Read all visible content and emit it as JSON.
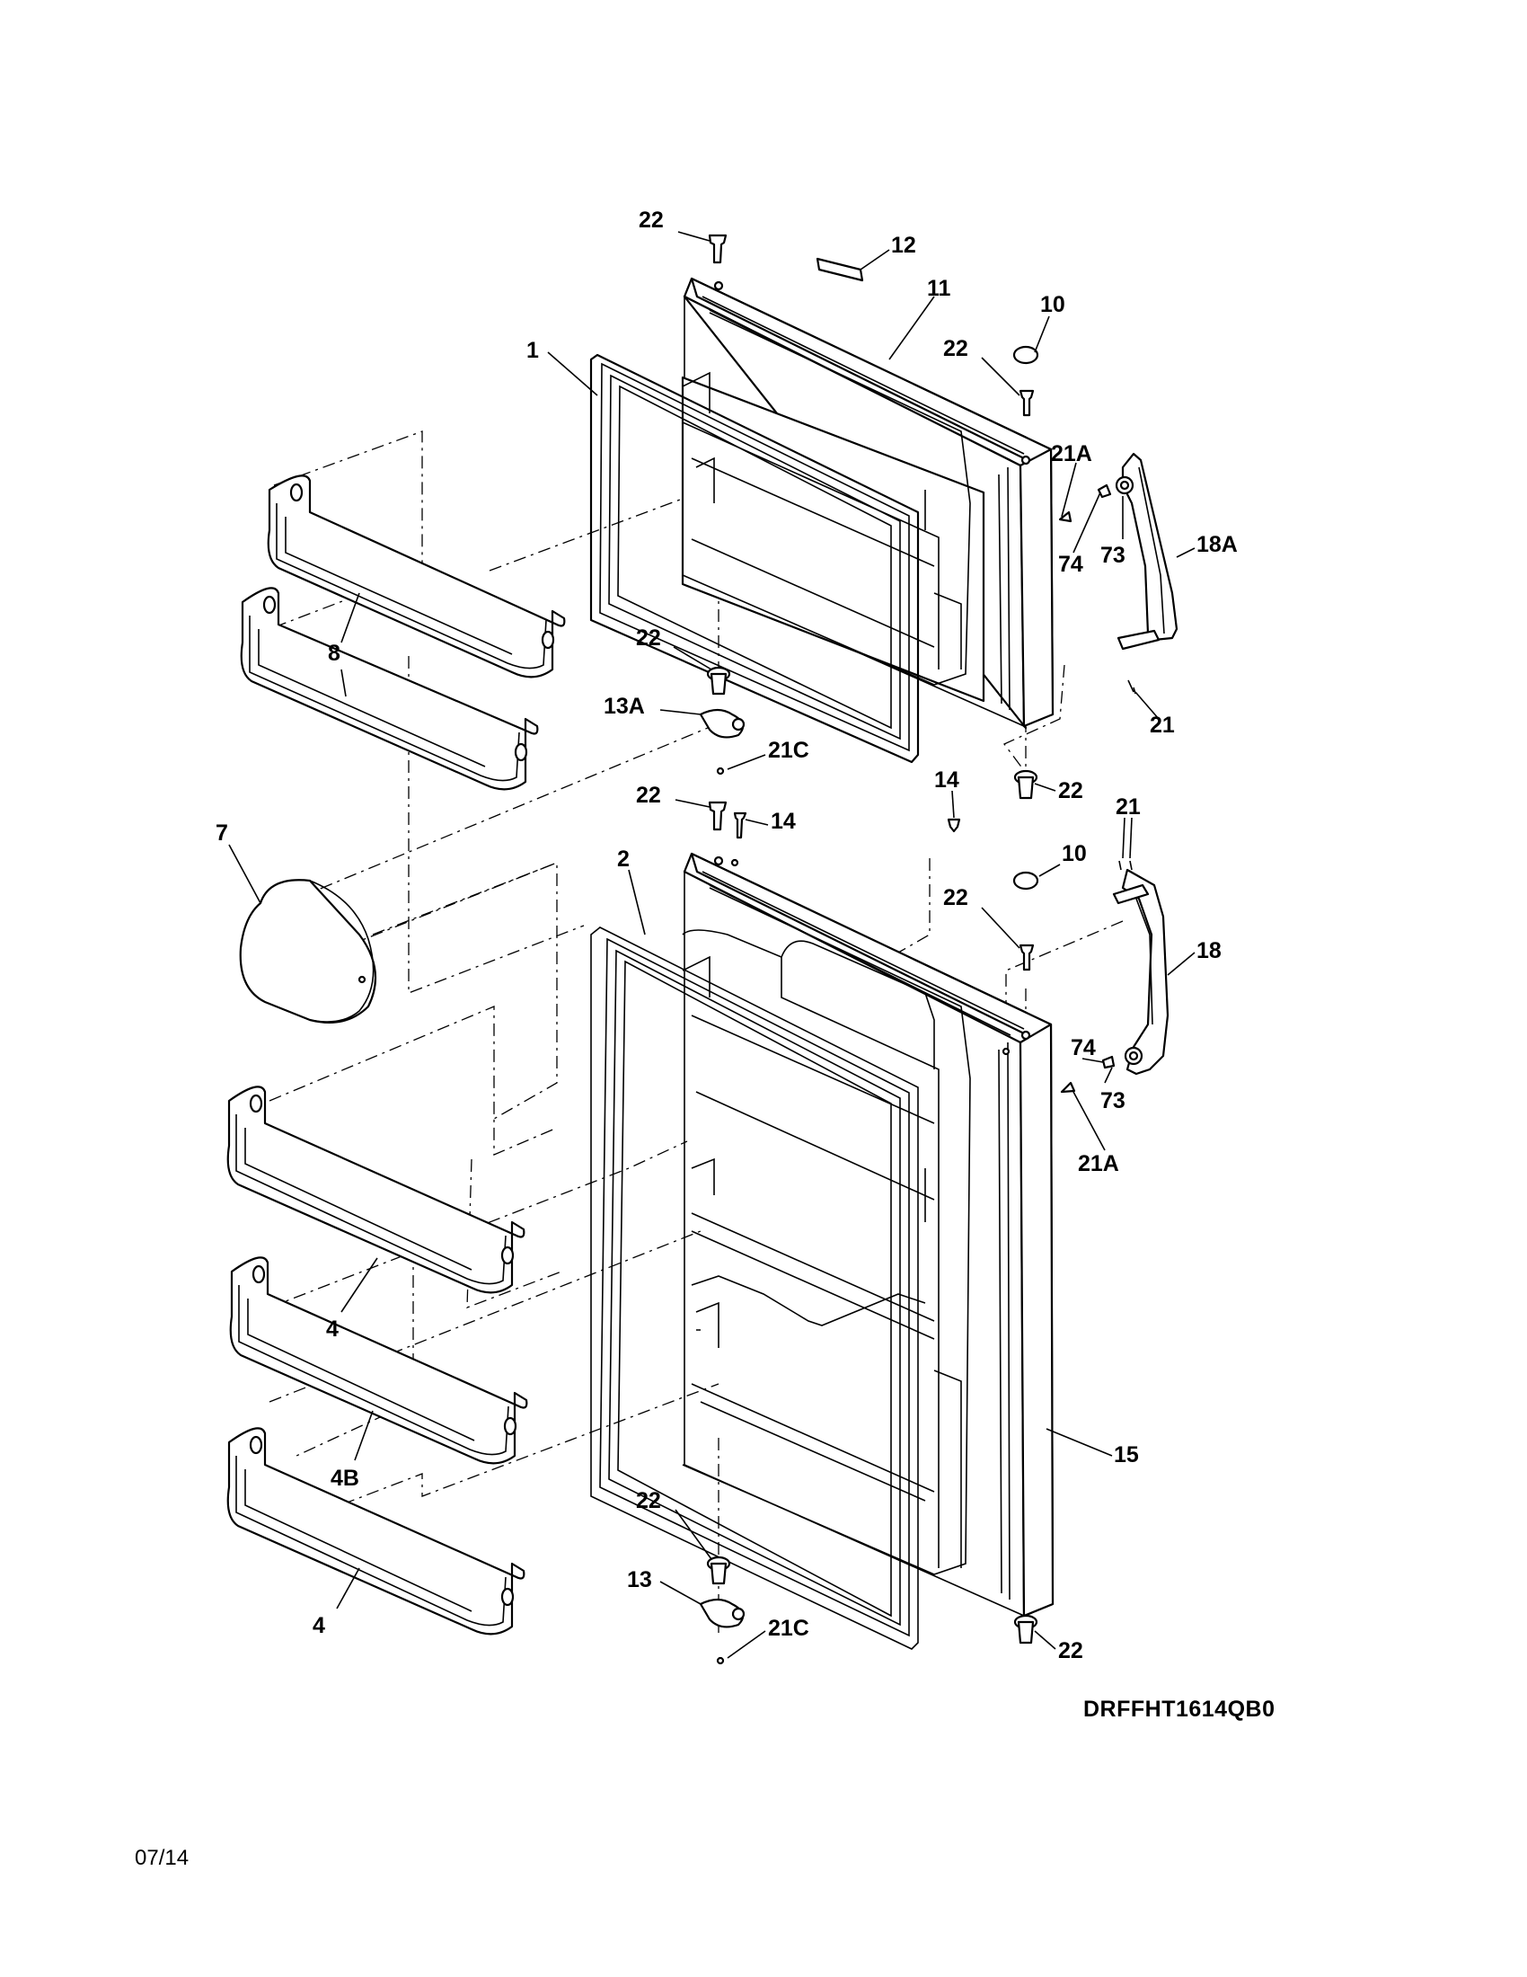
{
  "diagram_code": "DRFFHT1614QB0",
  "footer_date": "07/14",
  "callouts": {
    "c22a": "22",
    "c12": "12",
    "c11": "11",
    "c10a": "10",
    "c22b": "22",
    "c1": "1",
    "c21a_a": "21A",
    "c74a": "74",
    "c73a": "73",
    "c18a": "18A",
    "c8": "8",
    "c22c": "22",
    "c13a": "13A",
    "c21c_a": "21C",
    "c21_a": "21",
    "c22d": "22",
    "c22e": "22",
    "c14a": "14",
    "c14b": "14",
    "c7": "7",
    "c2": "2",
    "c21_b": "21",
    "c10b": "10",
    "c22f": "22",
    "c18": "18",
    "c74b": "74",
    "c73b": "73",
    "c21a_b": "21A",
    "c4a": "4",
    "c4b": "4B",
    "c15": "15",
    "c22g": "22",
    "c13": "13",
    "c21c_b": "21C",
    "c4c": "4",
    "c22h": "22"
  }
}
